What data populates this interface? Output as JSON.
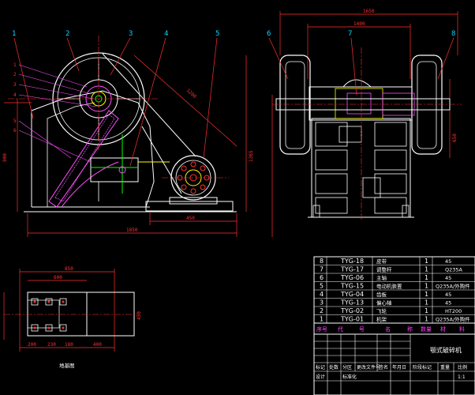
{
  "drawing": {
    "callouts_front": [
      "1",
      "2",
      "3",
      "4",
      "5"
    ],
    "callouts_side": [
      "6",
      "7",
      "8"
    ],
    "part_callouts_left": [
      "1",
      "2",
      "3",
      "4",
      "5",
      "6"
    ],
    "dimensions": {
      "front_height": "900",
      "front_total_height": "1365",
      "front_width": "1850",
      "motor_width": "450",
      "belt_center": "1200",
      "side_top": "1650",
      "side_inner": "1400",
      "side_right": "650",
      "plan_top": "850",
      "plan_inner": "600",
      "plan_side": "450",
      "plan_bottom": [
        "200",
        "230",
        "180",
        "400"
      ]
    },
    "plan_caption": "地基图"
  },
  "bom": {
    "rows": [
      {
        "no": "8",
        "code": "TYG-18",
        "name": "皮带",
        "qty": "1",
        "material": "45"
      },
      {
        "no": "7",
        "code": "TYG-17",
        "name": "调整杆",
        "qty": "1",
        "material": "Q235A"
      },
      {
        "no": "6",
        "code": "TYG-06",
        "name": "主轴",
        "qty": "1",
        "material": "45"
      },
      {
        "no": "5",
        "code": "TYG-15",
        "name": "电动机装置",
        "qty": "1",
        "material": "Q235A/外购件"
      },
      {
        "no": "4",
        "code": "TYG-04",
        "name": "齿板",
        "qty": "1",
        "material": "45"
      },
      {
        "no": "3",
        "code": "TYG-13",
        "name": "偏心轴",
        "qty": "1",
        "material": "45"
      },
      {
        "no": "2",
        "code": "TYG-02",
        "name": "飞轮",
        "qty": "1",
        "material": "HT200"
      },
      {
        "no": "1",
        "code": "TYG-01",
        "name": "机架",
        "qty": "1",
        "material": "Q235A/外购件"
      }
    ],
    "header": [
      "序号",
      "代",
      "号",
      "名",
      "称",
      "数量",
      "材",
      "料"
    ]
  },
  "title_block": {
    "title": "颚式破碎机",
    "scale": "1:1",
    "labels": [
      "标记",
      "处数",
      "分区",
      "更改文件号",
      "签名",
      "年月日",
      "阶段标记",
      "重量",
      "比例",
      "设计",
      "标准化"
    ]
  }
}
